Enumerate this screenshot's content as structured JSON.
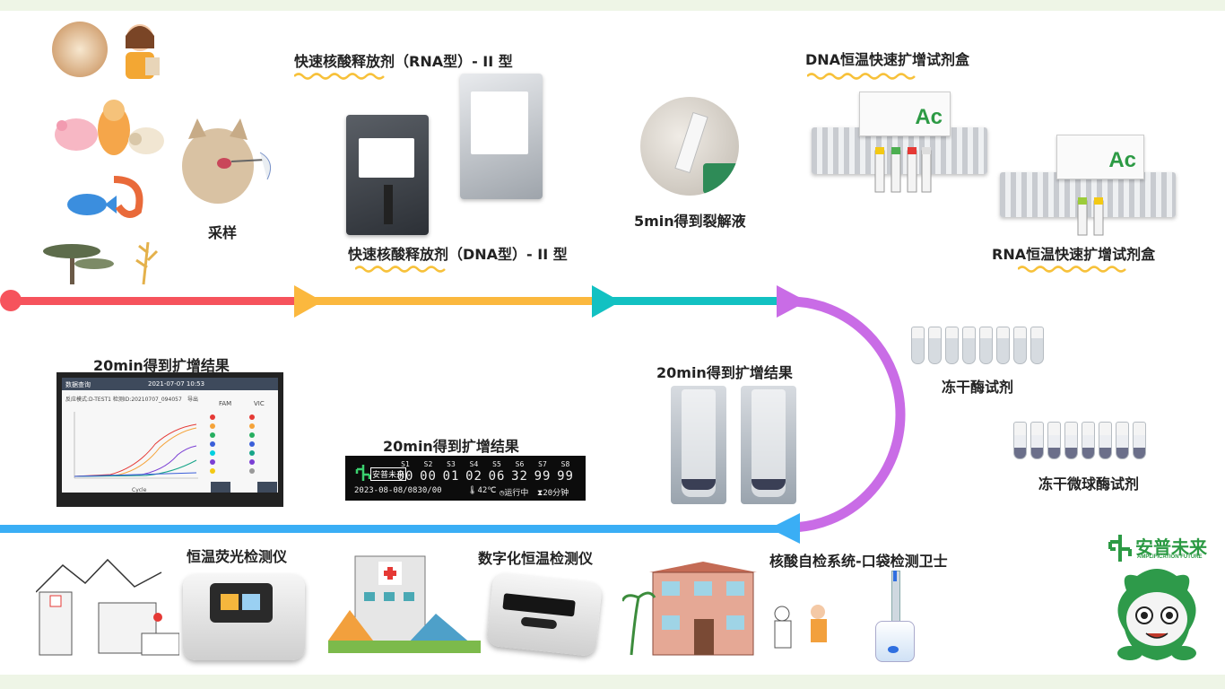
{
  "colors": {
    "seg_red": "#f6535c",
    "seg_orange": "#fbb83e",
    "seg_teal": "#12c1c2",
    "seg_purple": "#c96ce6",
    "seg_blue": "#3aaef5",
    "wavy": "#f7c13a",
    "brand_green": "#2c9a44"
  },
  "labels": {
    "sampling": "采样",
    "rna_release": "快速核酸释放剂（RNA型）- II 型",
    "dna_release": "快速核酸释放剂（DNA型）- II 型",
    "lysate_5min": "5min得到裂解液",
    "dna_kit": "DNA恒温快速扩增试剂盒",
    "rna_kit": "RNA恒温快速扩增试剂盒",
    "freeze_dried": "冻干酶试剂",
    "freeze_dried_ball": "冻干微球酶试剂",
    "result_left": "20min得到扩增结果",
    "result_mid": "20min得到扩增结果",
    "result_right": "20min得到扩增结果",
    "fluor_instrument": "恒温荧光检测仪",
    "digital_instrument": "数字化恒温检测仪",
    "pocket_system": "核酸自检系统-口袋检测卫士",
    "brand_cn": "安普未来",
    "brand_en": "AMPLIFICATION FUTURE",
    "kit_logo": "Ac"
  },
  "software_screen": {
    "title": "数据查询",
    "datetime": "2021-07-07 10:53",
    "mode": "反应模式:D-TEST1  检测ID:20210707_094057",
    "export": "导出",
    "tab_fam": "FAM",
    "tab_vic": "VIC",
    "axis": "Cycle"
  },
  "led_display": {
    "headers": [
      "S1",
      "S2",
      "S3",
      "S4",
      "S5",
      "S6",
      "S7",
      "S8"
    ],
    "values": [
      "00",
      "00",
      "01",
      "02",
      "06",
      "32",
      "99",
      "99"
    ],
    "datetime": "2023-08-08/0830/00",
    "temperature": "42℃",
    "status": "运行中",
    "timer": "20分钟",
    "logo": "安普未来"
  }
}
